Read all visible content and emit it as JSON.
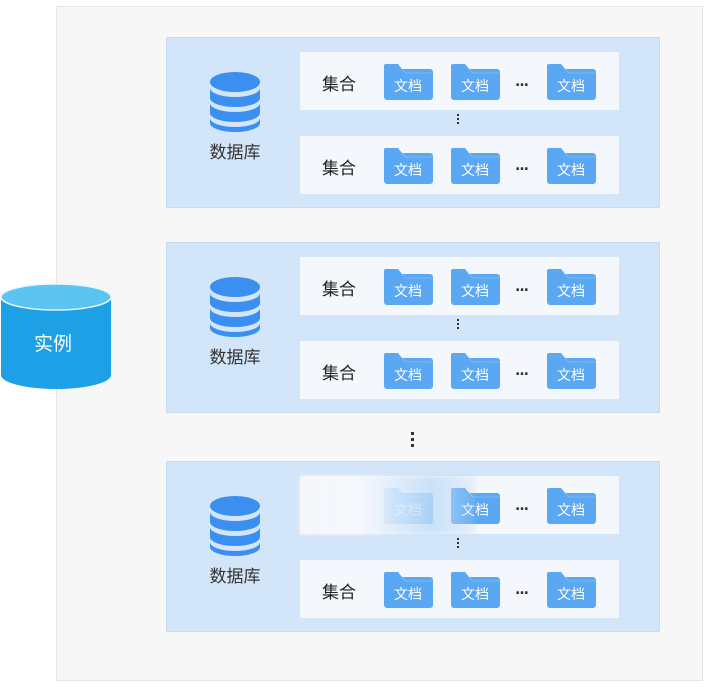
{
  "instance": {
    "label": "实例",
    "icon": "cylinder-icon",
    "color": "#1ea0e6"
  },
  "colors": {
    "db_icon": "#3a8ff0",
    "doc_folder": "#5aa7f3",
    "block_bg": "#d3e5f8",
    "row_bg": "#f4f7fb"
  },
  "databases": [
    {
      "label": "数据库",
      "collections": [
        {
          "label": "集合",
          "docs": [
            "文档",
            "文档",
            "文档"
          ],
          "ellipsis": "..."
        },
        {
          "label": "集合",
          "docs": [
            "文档",
            "文档",
            "文档"
          ],
          "ellipsis": "..."
        }
      ]
    },
    {
      "label": "数据库",
      "collections": [
        {
          "label": "集合",
          "docs": [
            "文档",
            "文档",
            "文档"
          ],
          "ellipsis": "..."
        },
        {
          "label": "集合",
          "docs": [
            "文档",
            "文档",
            "文档"
          ],
          "ellipsis": "..."
        }
      ]
    },
    {
      "label": "数据库",
      "collections": [
        {
          "label": "",
          "docs": [
            "文档",
            "文档",
            "文档"
          ],
          "ellipsis": "...",
          "obscured": true
        },
        {
          "label": "集合",
          "docs": [
            "文档",
            "文档",
            "文档"
          ],
          "ellipsis": "..."
        }
      ]
    }
  ]
}
